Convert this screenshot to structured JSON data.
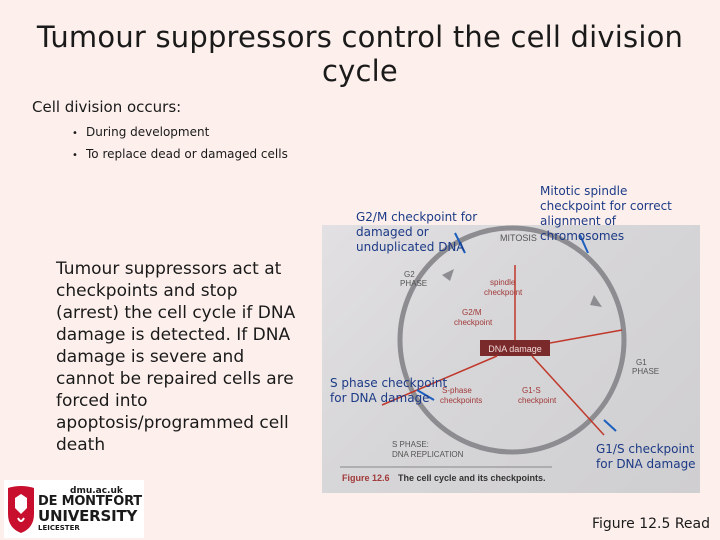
{
  "title": "Tumour suppressors control the cell division cycle",
  "intro": "Cell division occurs:",
  "bullets": [
    "During development",
    "To replace dead or damaged cells"
  ],
  "body_text": "Tumour suppressors act at checkpoints and stop (arrest) the cell cycle if DNA damage is detected. If DNA damage is severe and cannot be repaired cells are forced into apoptosis/programmed cell death",
  "annotations": {
    "g2m": [
      "G2/M checkpoint for",
      "damaged or",
      "unduplicated DNA"
    ],
    "mitotic": [
      "Mitotic spindle",
      "checkpoint for correct",
      "alignment of",
      "chromosomes"
    ],
    "sphase": [
      "S phase checkpoint",
      "for DNA damage"
    ],
    "g1s": [
      "G1/S checkpoint",
      "for DNA damage"
    ]
  },
  "figure": {
    "mitosis": "MITOSIS",
    "g2_phase": [
      "G2",
      "PHASE"
    ],
    "spindle": [
      "spindle",
      "checkpoint"
    ],
    "g2m": [
      "G2/M",
      "checkpoint"
    ],
    "dna_damage": "DNA damage",
    "g1_phase": [
      "G1",
      "PHASE"
    ],
    "s_phase_cp": [
      "S-phase",
      "checkpoints"
    ],
    "g1s_cp": [
      "G1-S",
      "checkpoint"
    ],
    "s_phase": [
      "S PHASE:",
      "DNA REPLICATION"
    ],
    "caption_num": "Figure 12.6",
    "caption_text": "The cell cycle and its checkpoints."
  },
  "logo": {
    "url": "dmu.ac.uk",
    "line1": "DE MONTFORT",
    "line2": "UNIVERSITY",
    "line3": "LEICESTER"
  },
  "figure_ref": "Figure 12.5 Read",
  "colors": {
    "annotation_blue": "#1c3a86",
    "damage_red": "#c0392b",
    "logo_red": "#c8102e"
  }
}
